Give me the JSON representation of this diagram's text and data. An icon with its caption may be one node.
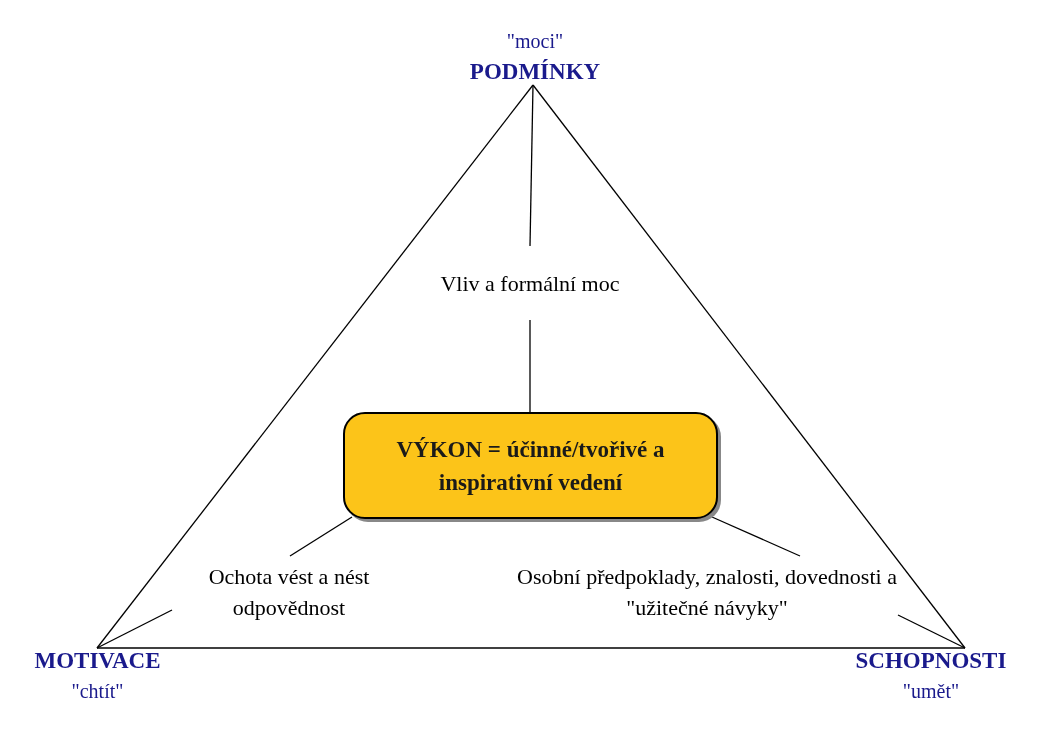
{
  "diagram": {
    "nodes": [
      {
        "text": [
          "\"moci\"",
          "PODMÍNKY"
        ]
      },
      {
        "text": [
          "MOTIVACE",
          "\"chtít\""
        ]
      },
      {
        "text": [
          "SCHOPNOSTI",
          "\"umět\""
        ]
      },
      {
        "text": [
          "Vliv a formální moc"
        ]
      },
      {
        "text": [
          "Ochota vést a nést odpovědnost"
        ]
      },
      {
        "text": [
          "Osobní předpoklady, znalosti, dovednosti a \"užitečné návyky\""
        ]
      },
      {
        "text": [
          "VÝKON = účinné/tvořivé a inspirativní vedení"
        ]
      }
    ],
    "edges": [
      {
        "from": 0,
        "to": 1,
        "arrow": "none"
      },
      {
        "from": 0,
        "to": 2,
        "arrow": "none"
      },
      {
        "from": 1,
        "to": 2,
        "arrow": "none"
      },
      {
        "from": 0,
        "to": 3,
        "arrow": "none"
      },
      {
        "from": 3,
        "to": 6,
        "arrow": "none"
      },
      {
        "from": 6,
        "to": 4,
        "arrow": "none"
      },
      {
        "from": 4,
        "to": 1,
        "arrow": "none"
      },
      {
        "from": 6,
        "to": 5,
        "arrow": "none"
      },
      {
        "from": 5,
        "to": 2,
        "arrow": "none"
      }
    ]
  }
}
